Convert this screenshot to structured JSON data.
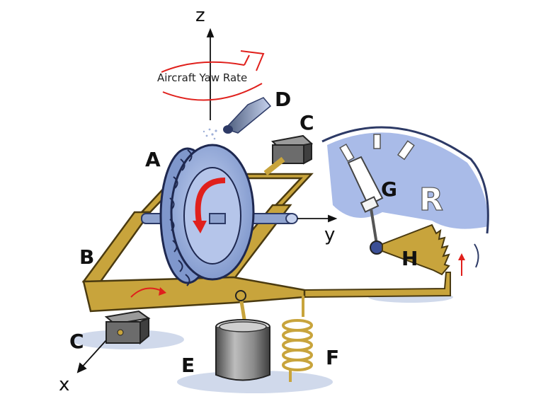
{
  "diagram": {
    "axes": {
      "z": "z",
      "y": "y",
      "x": "x"
    },
    "annotation": "Aircraft Yaw Rate",
    "labels": {
      "A": "A",
      "B": "B",
      "C_top": "C",
      "C_bottom": "C",
      "D": "D",
      "E": "E",
      "F": "F",
      "G": "G",
      "H": "H"
    },
    "dial": {
      "letter": "R"
    },
    "colors": {
      "frame": "#c8a43c",
      "wheel": "#8fa6d8",
      "dial_face": "#a9bbe8",
      "arrow": "#e0201c",
      "shadow": "#b9c6e4",
      "dark": "#555555"
    }
  }
}
